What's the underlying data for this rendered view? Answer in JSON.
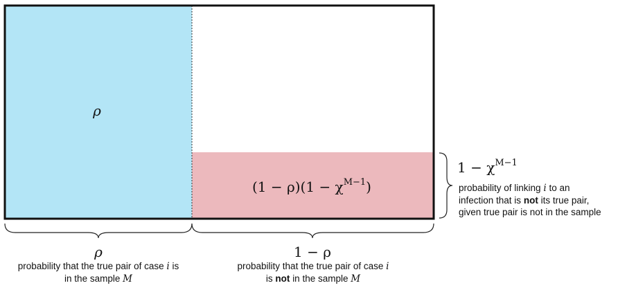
{
  "colors": {
    "sampled_region": "#b3e5f6",
    "mislink_region": "#ecb9bd",
    "border": "#111111"
  },
  "regions": {
    "left_label": "ρ",
    "mislink_label": "(1 − ρ)(1 − χ",
    "mislink_label_sup": "M−1",
    "mislink_label_close": ")"
  },
  "right_annotation": {
    "value": "1 − χ",
    "value_sup": "M−1",
    "line1": "probability of linking",
    "line1_var": "i",
    "line1_end": "to an",
    "line2_a": "infection that is",
    "line2_bold": "not",
    "line2_b": "its true pair,",
    "line3": "given true pair is not in the sample"
  },
  "bottom_left": {
    "value": "ρ",
    "line1": "probability that the true pair of case",
    "line1_var": "i",
    "line1_end": "is",
    "line2": "in the sample",
    "line2_var": "M"
  },
  "bottom_right": {
    "value": "1 − ρ",
    "line1": "probability that the true pair of case",
    "line1_var": "i",
    "line2_a": "is",
    "line2_bold": "not",
    "line2_b": "in the sample",
    "line2_var": "M"
  }
}
